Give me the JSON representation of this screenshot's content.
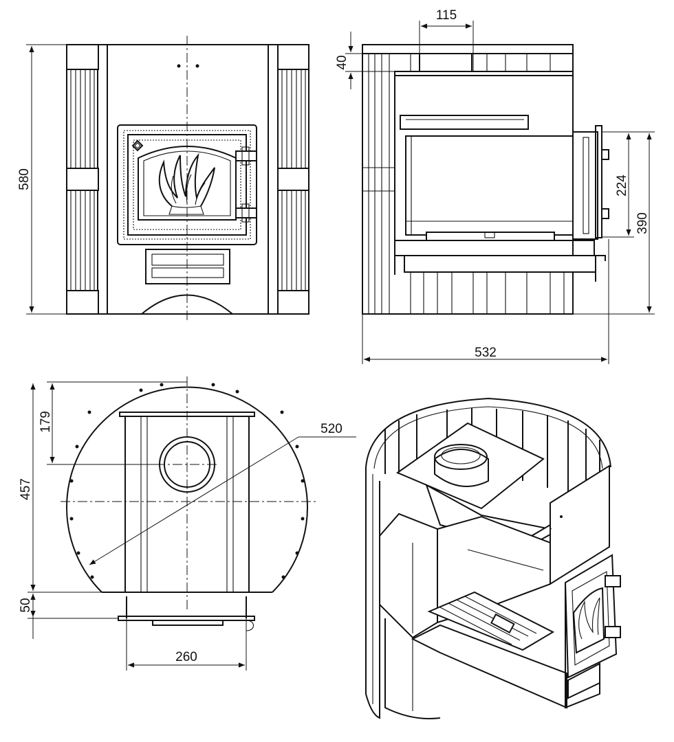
{
  "dimensions": {
    "front_height": "580",
    "chimney_width": "115",
    "top_offset": "40",
    "door_height": "224",
    "door_bottom_height": "390",
    "total_depth": "532",
    "pipe_offset": "179",
    "plan_depth": "457",
    "diameter": "520",
    "door_protrusion": "50",
    "door_width": "260"
  }
}
